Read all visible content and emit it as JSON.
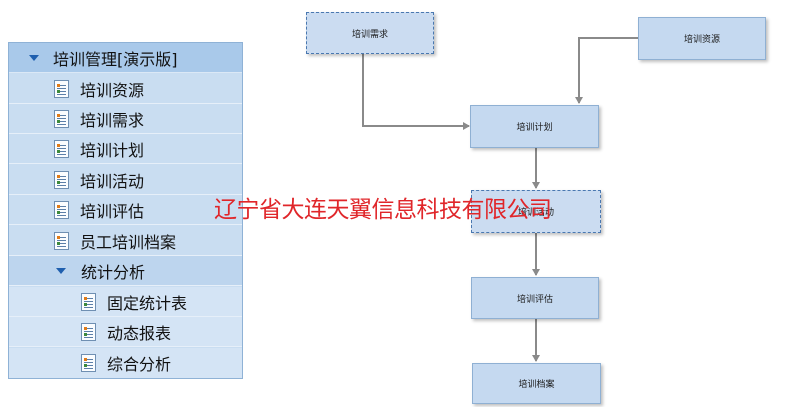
{
  "tree": {
    "root": {
      "label": "培训管理[演示版]",
      "expanded": true
    },
    "items": [
      {
        "label": "培训资源",
        "icon": "document-icon"
      },
      {
        "label": "培训需求",
        "icon": "document-icon"
      },
      {
        "label": "培训计划",
        "icon": "document-icon"
      },
      {
        "label": "培训活动",
        "icon": "document-icon"
      },
      {
        "label": "培训评估",
        "icon": "document-icon"
      },
      {
        "label": "员工培训档案",
        "icon": "document-icon"
      }
    ],
    "group": {
      "label": "统计分析",
      "expanded": true,
      "items": [
        {
          "label": "固定统计表",
          "icon": "document-icon"
        },
        {
          "label": "动态报表",
          "icon": "document-icon"
        },
        {
          "label": "综合分析",
          "icon": "document-icon"
        }
      ]
    }
  },
  "flow": {
    "nodes": {
      "demand": "培训需求",
      "resource": "培训资源",
      "plan": "培训计划",
      "activity": "培训活动",
      "evaluation": "培训评估",
      "archive": "培训档案"
    }
  },
  "watermark": "辽宁省大连天翼信息科技有限公司",
  "colors": {
    "panel_bg": "#c9ddf1",
    "node_bg": "#c5d9f0",
    "connector": "#8a8a8a",
    "watermark": "#e0262a"
  }
}
